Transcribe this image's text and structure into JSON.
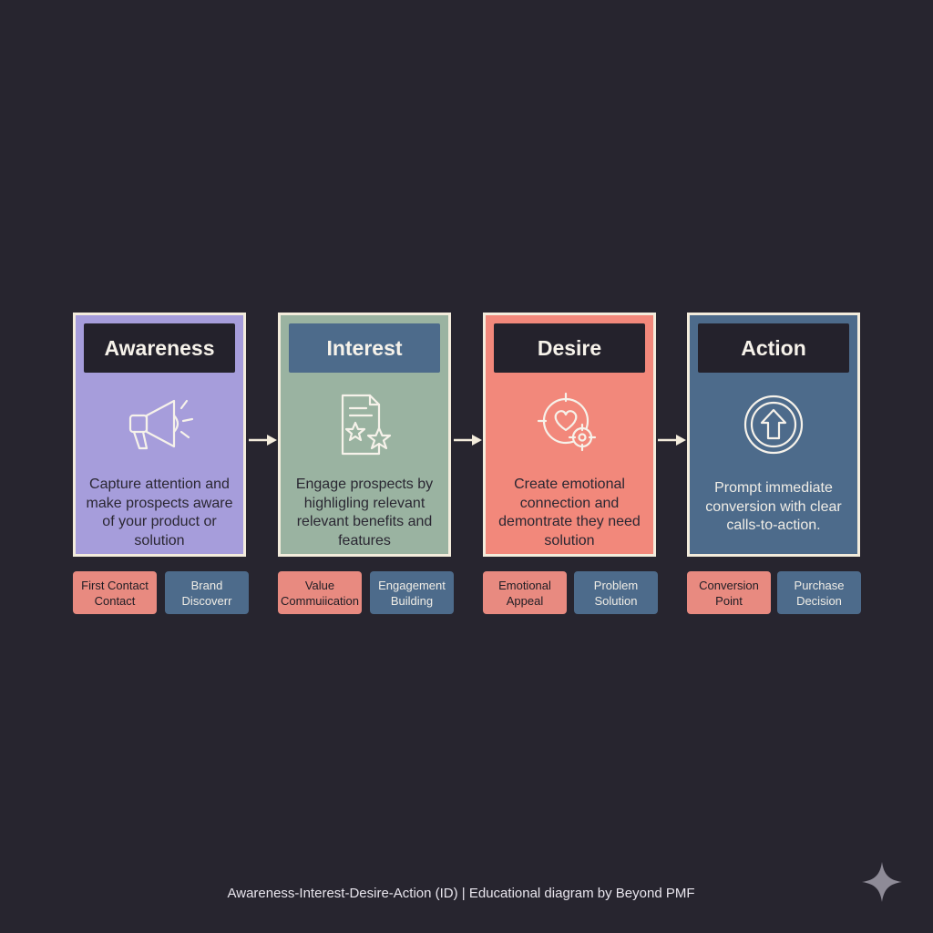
{
  "colors": {
    "background": "#27252f",
    "awareness": "#a69ddb",
    "interest": "#9ab3a1",
    "desire": "#f2887b",
    "action": "#4d6b8b",
    "tag_coral": "#e88a80",
    "tag_blue": "#4d6b8b"
  },
  "stages": [
    {
      "title": "Awareness",
      "icon": "megaphone-icon",
      "description": "Capture attention and make prospects aware of your product or solution",
      "tags": [
        "First Contact Contact",
        "Brand Discoverr"
      ]
    },
    {
      "title": "Interest",
      "icon": "document-stars-icon",
      "description": "Engage prospects by highligling relevant relevant benefits and features",
      "tags": [
        "Value Commuiication",
        "Engagement Building"
      ]
    },
    {
      "title": "Desire",
      "icon": "heart-target-icon",
      "description": "Create emotional connection and demontrate they need solution",
      "tags": [
        "Emotional Appeal",
        "Problem Solution"
      ]
    },
    {
      "title": "Action",
      "icon": "up-arrow-circle-icon",
      "description": "Prompt immediate conversion with clear calls-to-action.",
      "tags": [
        "Conversion Point",
        "Purchase Decision"
      ]
    }
  ],
  "footer": "Awareness-Interest-Desire-Action (ID) | Educational diagram by Beyond PMF",
  "watermark_icon": "sparkle-icon"
}
